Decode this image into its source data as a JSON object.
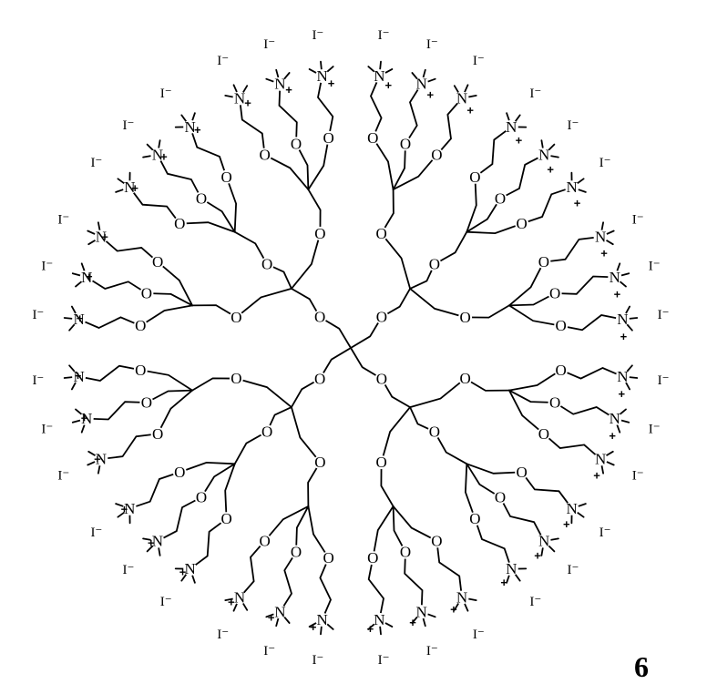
{
  "compound_number": "6",
  "labels": {
    "oxygen": "O",
    "nitrogen": "N",
    "charge": "+",
    "counterion": "I⁻"
  },
  "structure": {
    "core_branches": 4,
    "generation1_branches": 3,
    "generation2_branches": 3,
    "terminal_groups": 36
  },
  "colors": {
    "ink": "#000000",
    "background": "#ffffff"
  }
}
